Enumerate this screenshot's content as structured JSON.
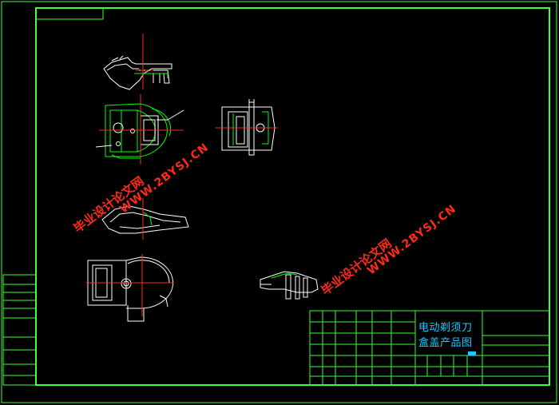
{
  "title_block": {
    "line1": "电动剃须刀",
    "line2": "盒盖产品图"
  },
  "watermarks": [
    {
      "cn": "毕业设计论文网",
      "url": "WWW.2BYSJ.CN"
    },
    {
      "cn": "毕业设计论文网",
      "url": "WWW.2BYSJ.CN"
    }
  ],
  "colors": {
    "background": "#000000",
    "frame": "#00ff00",
    "outline": "#ffffff",
    "centerline": "#ff0000",
    "title_text": "#1ec8ff",
    "watermark": "#ff2a1a"
  }
}
